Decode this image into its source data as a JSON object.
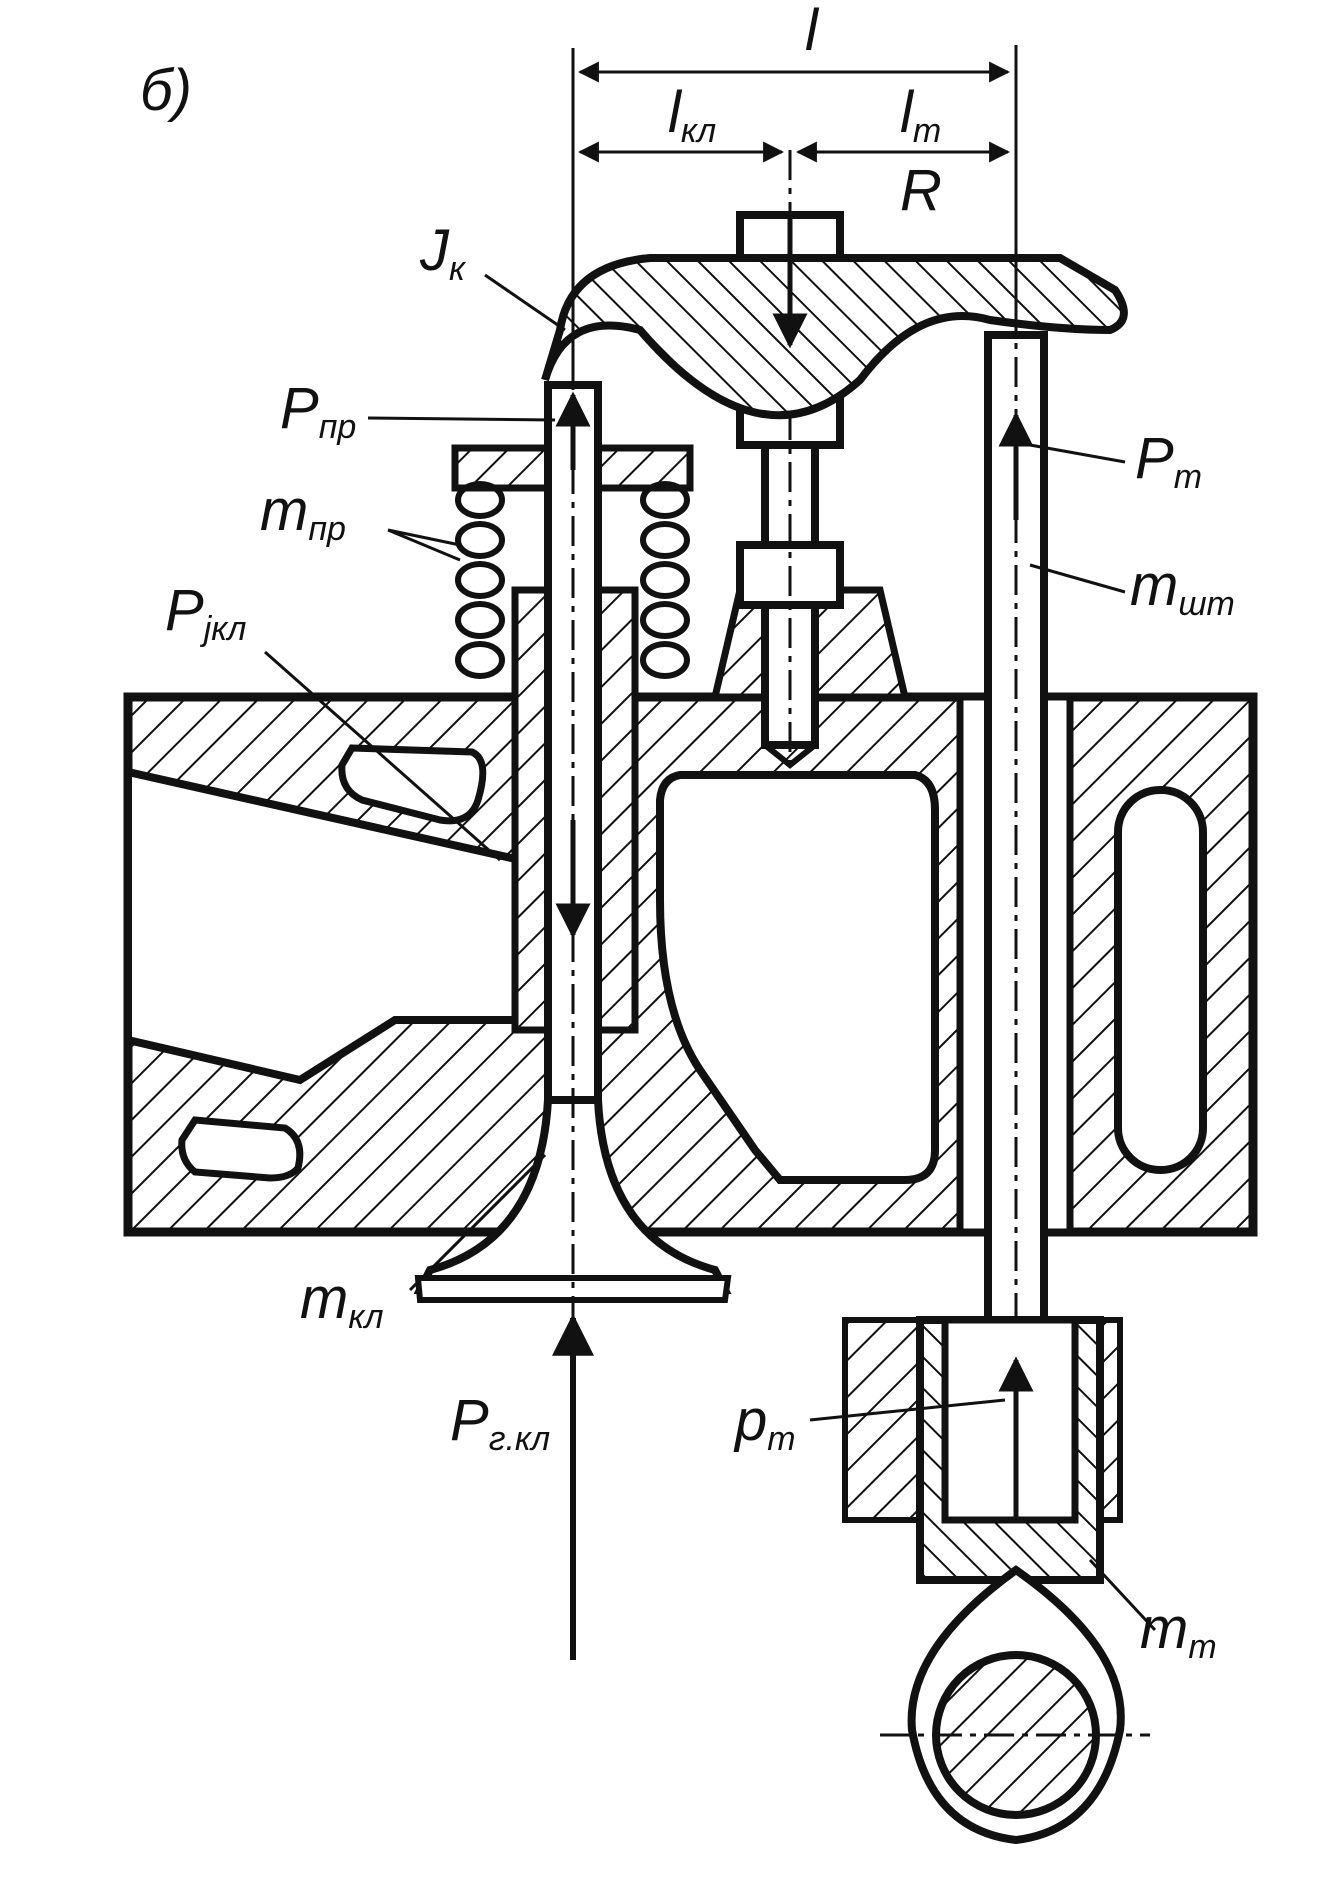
{
  "figure_label": "б)",
  "labels": {
    "l": "l",
    "l_kl": {
      "main": "l",
      "sub": "кл"
    },
    "l_t": {
      "main": "l",
      "sub": "т"
    },
    "R": "R",
    "J_k": {
      "main": "J",
      "sub": "к"
    },
    "P_pr": {
      "main": "P",
      "sub": "пр"
    },
    "m_pr": {
      "main": "m",
      "sub": "пр"
    },
    "P_jkl": {
      "main": "P",
      "sub": "jкл"
    },
    "P_t_upper": {
      "main": "P",
      "sub": "т"
    },
    "m_sht": {
      "main": "m",
      "sub": "шт"
    },
    "m_kl": {
      "main": "m",
      "sub": "кл"
    },
    "P_g_kl": {
      "main": "P",
      "sub": "г.кл"
    },
    "p_t": {
      "main": "p",
      "sub": "т"
    },
    "m_t": {
      "main": "m",
      "sub": "т"
    }
  },
  "colors": {
    "ink": "#111111",
    "paper": "#ffffff"
  }
}
